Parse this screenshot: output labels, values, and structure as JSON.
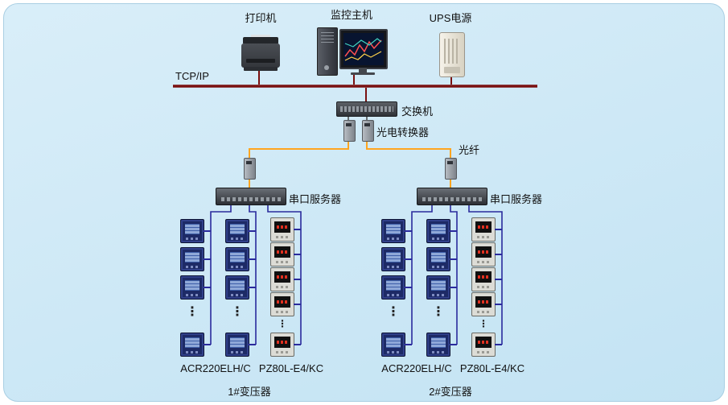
{
  "colors": {
    "panel_bg_top": "#d9eef9",
    "panel_bg_bottom": "#c3e3f3",
    "bus_line": "#7a1010",
    "fiber_line": "#ffa520",
    "meter_line": "#2a2a9c",
    "label_text": "#111111"
  },
  "labels": {
    "printer": "打印机",
    "host": "监控主机",
    "ups": "UPS电源",
    "tcpip": "TCP/IP",
    "switch": "交换机",
    "converter": "光电转换器",
    "fiber": "光纤",
    "serial_server": "串口服务器",
    "ellipsis": "⋮"
  },
  "groups": [
    {
      "id": "group-1",
      "transformer": "1#变压器",
      "meter_type_labels": [
        "ACR220ELH/C",
        "PZ80L-E4/KC"
      ],
      "columns": [
        {
          "meter": "ACR220ELH/C",
          "visible_meters": 3,
          "continued": true,
          "bottom_meter": true
        },
        {
          "meter": "ACR220ELH/C",
          "visible_meters": 3,
          "continued": true,
          "bottom_meter": true
        },
        {
          "meter": "PZ80L-E4/KC",
          "visible_meters": 4,
          "continued": true,
          "bottom_meter": true
        }
      ]
    },
    {
      "id": "group-2",
      "transformer": "2#变压器",
      "meter_type_labels": [
        "ACR220ELH/C",
        "PZ80L-E4/KC"
      ],
      "columns": [
        {
          "meter": "ACR220ELH/C",
          "visible_meters": 3,
          "continued": true,
          "bottom_meter": true
        },
        {
          "meter": "ACR220ELH/C",
          "visible_meters": 3,
          "continued": true,
          "bottom_meter": true
        },
        {
          "meter": "PZ80L-E4/KC",
          "visible_meters": 4,
          "continued": true,
          "bottom_meter": true
        }
      ]
    }
  ]
}
